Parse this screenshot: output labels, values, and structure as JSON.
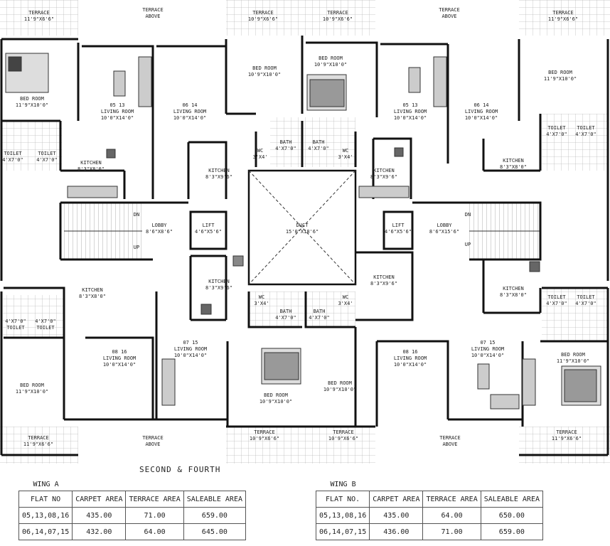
{
  "plan": {
    "rooms": [
      {
        "key": "tA1",
        "text": [
          "TERRACE",
          "11'9\"X6'6\""
        ]
      },
      {
        "key": "tAbove1",
        "text": [
          "TERRACE",
          "ABOVE"
        ]
      },
      {
        "key": "tB1",
        "text": [
          "TERRACE",
          "10'9\"X6'6\""
        ]
      },
      {
        "key": "tB2",
        "text": [
          "TERRACE",
          "10'9\"X6'6\""
        ]
      },
      {
        "key": "tAbove2",
        "text": [
          "TERRACE",
          "ABOVE"
        ]
      },
      {
        "key": "tC1",
        "text": [
          "TERRACE",
          "11'9\"X6'6\""
        ]
      },
      {
        "key": "bedA",
        "text": [
          "BED ROOM",
          "11'9\"X10'0\""
        ]
      },
      {
        "key": "liv0513a",
        "text": [
          "05 13",
          "LIVING ROOM",
          "10'0\"X14'0\""
        ]
      },
      {
        "key": "liv0614a",
        "text": [
          "06 14",
          "LIVING ROOM",
          "10'0\"X14'0\""
        ]
      },
      {
        "key": "bedB",
        "text": [
          "BED ROOM",
          "10'9\"X10'0\""
        ]
      },
      {
        "key": "bedC",
        "text": [
          "BED ROOM",
          "10'9\"X10'0\""
        ]
      },
      {
        "key": "liv0513b",
        "text": [
          "05 13",
          "LIVING ROOM",
          "10'0\"X14'0\""
        ]
      },
      {
        "key": "liv0614b",
        "text": [
          "06 14",
          "LIVING ROOM",
          "10'0\"X14'0\""
        ]
      },
      {
        "key": "bedD",
        "text": [
          "BED ROOM",
          "11'9\"X10'0\""
        ]
      },
      {
        "key": "toi1",
        "text": [
          "TOILET",
          "4'X7'0\""
        ]
      },
      {
        "key": "toi2",
        "text": [
          "TOILET",
          "4'X7'0\""
        ]
      },
      {
        "key": "kitA",
        "text": [
          "KITCHEN",
          "8'3\"X8'0\""
        ]
      },
      {
        "key": "kitB",
        "text": [
          "KITCHEN",
          "8'3\"X9'6\""
        ]
      },
      {
        "key": "wc1",
        "text": [
          "WC",
          "3'X4'"
        ]
      },
      {
        "key": "bath1",
        "text": [
          "BATH",
          "4'X7'0\""
        ]
      },
      {
        "key": "bath2",
        "text": [
          "BATH",
          "4'X7'0\""
        ]
      },
      {
        "key": "wc2",
        "text": [
          "WC",
          "3'X4'"
        ]
      },
      {
        "key": "kitC",
        "text": [
          "KITCHEN",
          "8'3\"X9'6\""
        ]
      },
      {
        "key": "kitD",
        "text": [
          "KITCHEN",
          "8'3\"X8'0\""
        ]
      },
      {
        "key": "toi3",
        "text": [
          "TOILET",
          "4'X7'0\""
        ]
      },
      {
        "key": "toi4",
        "text": [
          "TOILET",
          "4'X7'0\""
        ]
      },
      {
        "key": "lobbyA",
        "text": [
          "LOBBY",
          "8'6\"X8'6\""
        ]
      },
      {
        "key": "liftA",
        "text": [
          "LIFT",
          "4'6\"X5'6\""
        ]
      },
      {
        "key": "duct",
        "text": [
          "DUCT",
          "15'0\"X18'6\""
        ]
      },
      {
        "key": "liftB",
        "text": [
          "LIFT",
          "4'6\"X5'6\""
        ]
      },
      {
        "key": "lobbyB",
        "text": [
          "LOBBY",
          "8'6\"X15'6\""
        ]
      },
      {
        "key": "dn1",
        "text": [
          "DN"
        ]
      },
      {
        "key": "up1",
        "text": [
          "UP"
        ]
      },
      {
        "key": "dn2",
        "text": [
          "DN"
        ]
      },
      {
        "key": "up2",
        "text": [
          "UP"
        ]
      },
      {
        "key": "kitE",
        "text": [
          "KITCHEN",
          "8'3\"X8'0\""
        ]
      },
      {
        "key": "kitF",
        "text": [
          "KITCHEN",
          "8'3\"X9'6\""
        ]
      },
      {
        "key": "kitG",
        "text": [
          "KITCHEN",
          "8'3\"X9'6\""
        ]
      },
      {
        "key": "kitH",
        "text": [
          "KITCHEN",
          "8'3\"X8'0\""
        ]
      },
      {
        "key": "toi5",
        "text": [
          "4'X7'0\"",
          "TOILET"
        ]
      },
      {
        "key": "toi6",
        "text": [
          "4'X7'0\"",
          "TOILET"
        ]
      },
      {
        "key": "wc3",
        "text": [
          "WC",
          "3'X4'"
        ]
      },
      {
        "key": "bath3",
        "text": [
          "BATH",
          "4'X7'0\""
        ]
      },
      {
        "key": "bath4",
        "text": [
          "BATH",
          "4'X7'0\""
        ]
      },
      {
        "key": "wc4",
        "text": [
          "WC",
          "3'X4'"
        ]
      },
      {
        "key": "toi7",
        "text": [
          "TOILET",
          "4'X7'0\""
        ]
      },
      {
        "key": "toi8",
        "text": [
          "TOILET",
          "4'X7'0\""
        ]
      },
      {
        "key": "liv0816a",
        "text": [
          "08 16",
          "LIVING ROOM",
          "10'0\"X14'0\""
        ]
      },
      {
        "key": "liv0715a",
        "text": [
          "07 15",
          "LIVING ROOM",
          "10'0\"X14'0\""
        ]
      },
      {
        "key": "liv0816b",
        "text": [
          "08 16",
          "LIVING ROOM",
          "10'0\"X14'0\""
        ]
      },
      {
        "key": "liv0715b",
        "text": [
          "07 15",
          "LIVING ROOM",
          "10'0\"X14'0\""
        ]
      },
      {
        "key": "bedE",
        "text": [
          "BED ROOM",
          "11'9\"X10'0\""
        ]
      },
      {
        "key": "bedF",
        "text": [
          "BED ROOM",
          "10'9\"X10'0\""
        ]
      },
      {
        "key": "bedG",
        "text": [
          "BED ROOM",
          "10'9\"X10'0\""
        ]
      },
      {
        "key": "bedH",
        "text": [
          "BED ROOM",
          "11'9\"X10'0\""
        ]
      },
      {
        "key": "tD1",
        "text": [
          "TERRACE",
          "11'9\"X6'6\""
        ]
      },
      {
        "key": "tAbove3",
        "text": [
          "TERRACE",
          "ABOVE"
        ]
      },
      {
        "key": "tE1",
        "text": [
          "TERRACE",
          "10'9\"X6'6\""
        ]
      },
      {
        "key": "tE2",
        "text": [
          "TERRACE",
          "10'9\"X6'6\""
        ]
      },
      {
        "key": "tAbove4",
        "text": [
          "TERRACE",
          "ABOVE"
        ]
      },
      {
        "key": "tF1",
        "text": [
          "TERRACE",
          "11'9\"X6'6\""
        ]
      }
    ]
  },
  "floor_title": "SECOND & FOURTH",
  "wing_a": {
    "title": "WING A",
    "headers": [
      "FLAT NO",
      "CARPET AREA",
      "TERRACE AREA",
      "SALEABLE AREA"
    ],
    "rows": [
      [
        "05,13,08,16",
        "435.00",
        "71.00",
        "659.00"
      ],
      [
        "06,14,07,15",
        "432.00",
        "64.00",
        "645.00"
      ]
    ]
  },
  "wing_b": {
    "title": "WING B",
    "headers": [
      "FLAT NO.",
      "CARPET AREA",
      "TERRACE AREA",
      "SALEABLE AREA"
    ],
    "rows": [
      [
        "05,13,08,16",
        "435.00",
        "64.00",
        "650.00"
      ],
      [
        "06,14,07,15",
        "436.00",
        "71.00",
        "659.00"
      ]
    ]
  }
}
